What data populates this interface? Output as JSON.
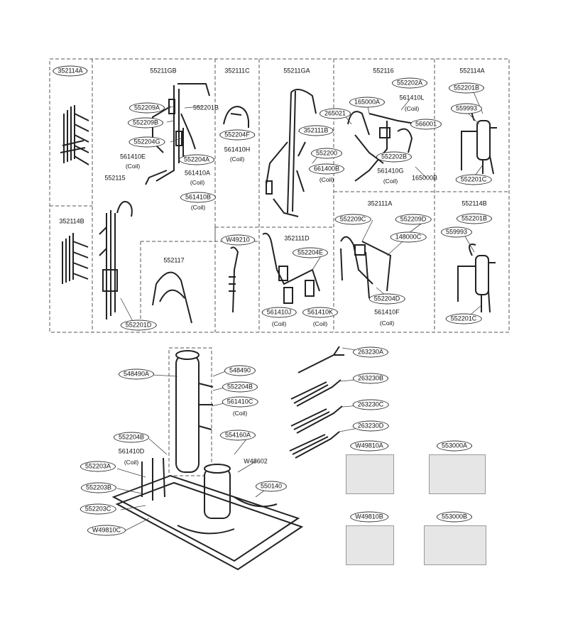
{
  "parts": {
    "p352114A": "352114A",
    "p552116B": "55211GB",
    "p352111C": "352111C",
    "p55211GA": "55211GA",
    "p552116": "552116",
    "p552114A": "552114A",
    "p552209A": "552209A",
    "p552209B": "552209B",
    "p552201B_top": "552201B",
    "p552204F": "552204F",
    "p561410H": "561410H",
    "p552204G": "552204G",
    "p561410E": "561410E",
    "p552204A": "552204A",
    "p561410A": "561410A",
    "p561410B": "561410B",
    "p552115": "552115",
    "p265021": "265021",
    "p165000A": "165000A",
    "p552202A": "552202A",
    "p561410L": "561410L",
    "p566001": "566001",
    "p352111B": "352111B",
    "p552200": "552200",
    "p661400B": "661400B",
    "p552202B": "552202B",
    "p561410G": "561410G",
    "p165000B": "165000B",
    "p552201B_r": "552201B",
    "p559993_top": "559993",
    "p552201C_top": "552201C",
    "p352114B": "352114B",
    "p552117": "552117",
    "pW49210": "W49210",
    "p352111D": "352111D",
    "p552204E": "552204E",
    "p561410J": "561410J",
    "p561410K": "561410K",
    "p352111A": "352111A",
    "p552209C": "552209C",
    "p552209D": "552209D",
    "p148000C": "148000C",
    "p552204D": "552204D",
    "p561410F": "561410F",
    "p552114B": "552114B",
    "p552201B_b": "552201B",
    "p559993_b": "559993",
    "p552201C_b": "552201C",
    "p552201D": "552201D",
    "p548490A": "548490A",
    "p548490": "548490",
    "p552204B": "552204B",
    "p561410C": "561410C",
    "p552204B_2": "552204B",
    "p561410D": "561410D",
    "p552203A": "552203A",
    "p552203B": "552203B",
    "p552203C": "552203C",
    "pW49810C": "W49810C",
    "p554160A": "554160A",
    "pW48602": "W48602",
    "p550140": "550140",
    "p263230A": "263230A",
    "p263230B": "263230B",
    "p263230C": "263230C",
    "p263230D": "263230D",
    "pW49810A": "W49810A",
    "p553000A": "553000A",
    "pW49810B": "W49810B",
    "p553000B": "553000B"
  },
  "coil": "(Coil)"
}
